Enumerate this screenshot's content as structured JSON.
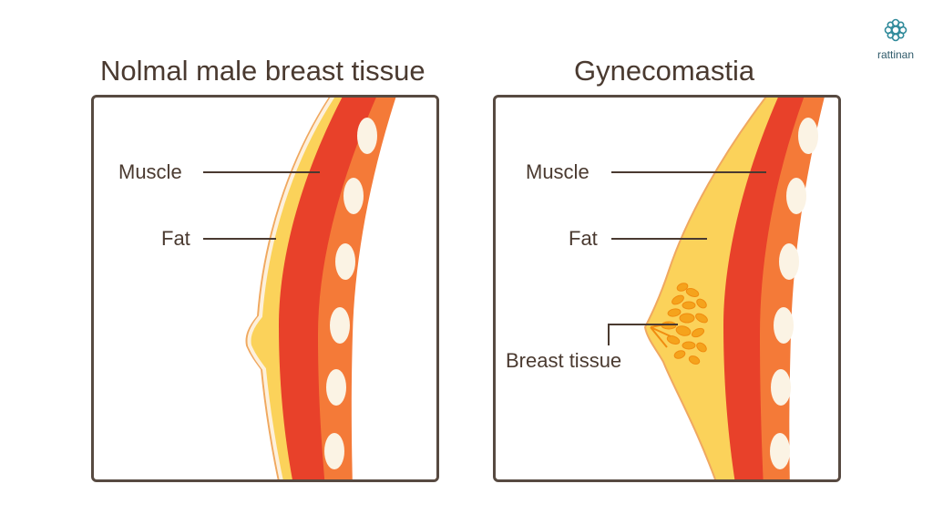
{
  "brand": {
    "name": "rattinan",
    "tagline": "",
    "color": "#2f8a9a"
  },
  "colors": {
    "outline": "#574a41",
    "skin": "#fdf0dc",
    "fat": "#fbd25a",
    "muscle": "#e8412a",
    "rib_band": "#f47a38",
    "bone": "#fbf3e4",
    "breast_tissue": "#f5a31c"
  },
  "panels": [
    {
      "title": "Nolmal male breast tissue",
      "labels": {
        "muscle": "Muscle",
        "fat": "Fat"
      }
    },
    {
      "title": "Gynecomastia",
      "labels": {
        "muscle": "Muscle",
        "fat": "Fat",
        "breast_tissue": "Breast tissue"
      }
    }
  ]
}
